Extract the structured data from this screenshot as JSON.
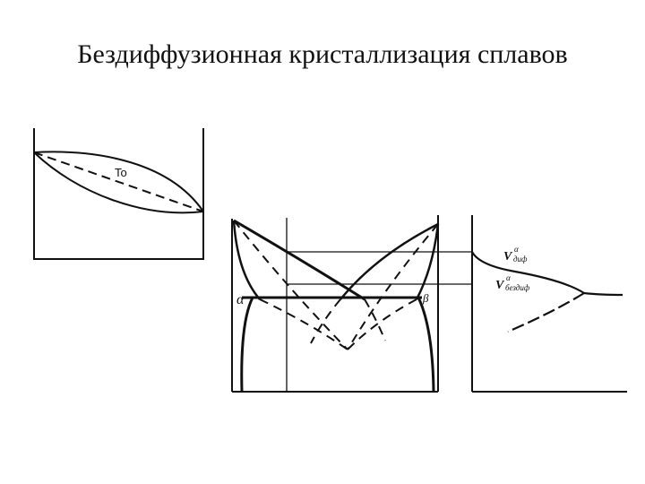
{
  "title": "Бездиффузионная кристаллизация сплавов",
  "labels": {
    "t0": "To",
    "alpha": "α",
    "beta": "β",
    "v_dif": "V",
    "v_dif_sup": "α",
    "v_dif_sub": "диф",
    "v_bezdif": "V",
    "v_bezdif_sup": "α",
    "v_bezdif_sub": "бездиф"
  },
  "colors": {
    "ink": "#111111",
    "background": "#ffffff"
  }
}
